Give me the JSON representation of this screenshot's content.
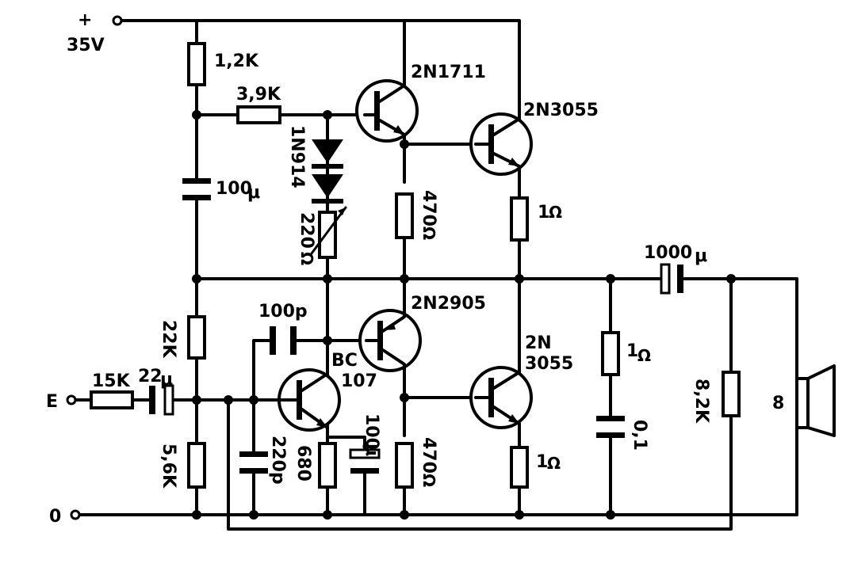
{
  "supply": {
    "plus": "+",
    "voltage": "35V"
  },
  "terminals": {
    "input": "E",
    "ground": "0"
  },
  "transistors": {
    "q_driver_top": "2N1711",
    "q_power_top": "2N3055",
    "q_driver_bottom": "2N2905",
    "q_power_bottom_line1": "2N",
    "q_power_bottom_line2": "3055",
    "q_input_line1": "BC",
    "q_input_line2": "107"
  },
  "resistors": {
    "r_supply": "1,2K",
    "r_bias": "3,9K",
    "r_trim": "220",
    "r_top_collector": "470",
    "r_top_emitter": "1",
    "r_divider_top": "22K",
    "r_input": "15K",
    "r_divider_bottom": "5,6K",
    "r_input_emitter": "680",
    "r_bottom_collector": "470",
    "r_bottom_emitter": "1",
    "r_zobel": "1",
    "r_output_load": "8,2K"
  },
  "capacitors": {
    "c_bootstrap": "100",
    "c_bootstrap_unit": "μ",
    "c_feedback": "100p",
    "c_input": "22",
    "c_input_unit": "μ",
    "c_base": "220p",
    "c_emitter": "100",
    "c_emitter_unit": "μ",
    "c_zobel": "0,1",
    "c_output": "1000",
    "c_output_unit": "μ"
  },
  "diodes": {
    "d_bias": "1N914"
  },
  "units": {
    "ohm": "Ω"
  },
  "speaker": {
    "impedance": "8"
  }
}
